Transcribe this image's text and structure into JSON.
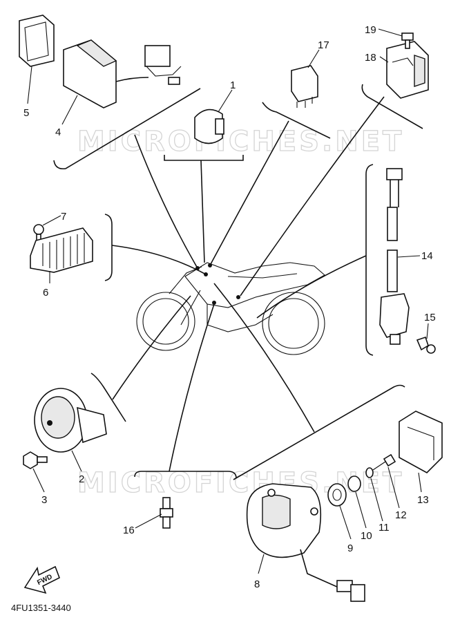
{
  "watermark": {
    "top": "MICROFICHES.NET",
    "bottom": "MICROFICHES.NET"
  },
  "callouts": {
    "c1": "1",
    "c2": "2",
    "c3": "3",
    "c4": "4",
    "c5": "5",
    "c6": "6",
    "c7": "7",
    "c8": "8",
    "c9": "9",
    "c10": "10",
    "c11": "11",
    "c12": "12",
    "c13": "13",
    "c14": "14",
    "c15": "15",
    "c16": "16",
    "c17": "17",
    "c18": "18",
    "c19": "19"
  },
  "fwd_label": "FWD",
  "diagram_code": "4FU1351-3440"
}
